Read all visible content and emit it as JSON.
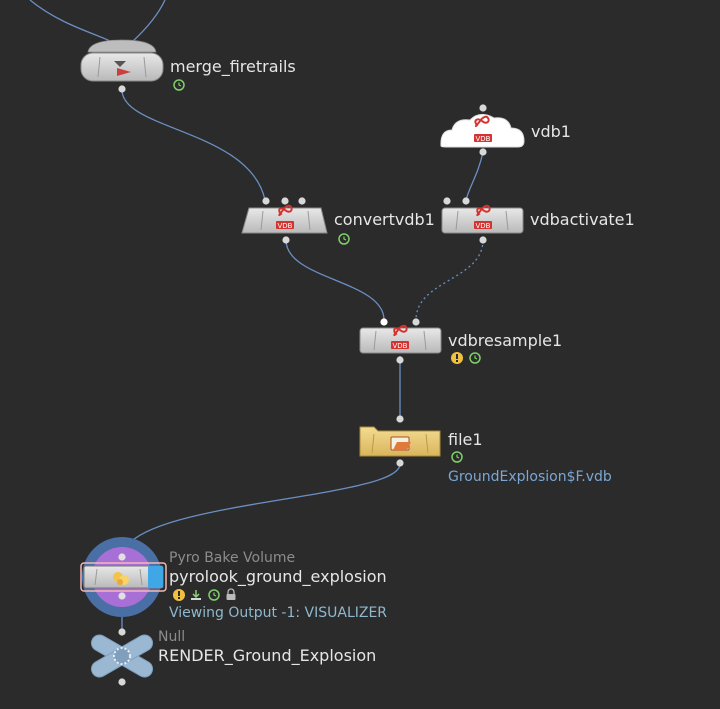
{
  "network": {
    "nodes": [
      {
        "id": "merge_firetrails",
        "name": "merge_firetrails",
        "badges": [
          "clock-icon"
        ]
      },
      {
        "id": "vdb1",
        "name": "vdb1",
        "badges": []
      },
      {
        "id": "convertvdb1",
        "name": "convertvdb1",
        "badges": [
          "clock-icon"
        ]
      },
      {
        "id": "vdbactivate1",
        "name": "vdbactivate1",
        "badges": []
      },
      {
        "id": "vdbresample1",
        "name": "vdbresample1",
        "badges": [
          "warning-icon",
          "clock-icon"
        ]
      },
      {
        "id": "file1",
        "name": "file1",
        "badges": [
          "clock-icon"
        ],
        "info": "GroundExplosion$F.vdb"
      },
      {
        "id": "pyrolook",
        "name": "pyrolook_ground_explosion",
        "type": "Pyro Bake Volume",
        "badges": [
          "warning-icon",
          "download-icon",
          "clock-icon",
          "lock-icon"
        ],
        "info": "Viewing Output -1: VISUALIZER"
      },
      {
        "id": "render",
        "name": "RENDER_Ground_Explosion",
        "type": "Null",
        "badges": []
      }
    ]
  },
  "colors": {
    "background": "#2b2b2b",
    "wire": "#6b8fc4",
    "node_gray": "#cfcfcf",
    "file_node": "#e8c97a",
    "vdb_logo_red": "#d4332f",
    "clock_badge": "#7fcf6a",
    "warning_badge": "#f0c040",
    "info_text": "#79a7d6",
    "viewing_text": "#8fb8cf",
    "pyro_outer": "#4a6fa5",
    "pyro_inner": "#a86fd6",
    "display_flag": "#3fa7e6"
  }
}
